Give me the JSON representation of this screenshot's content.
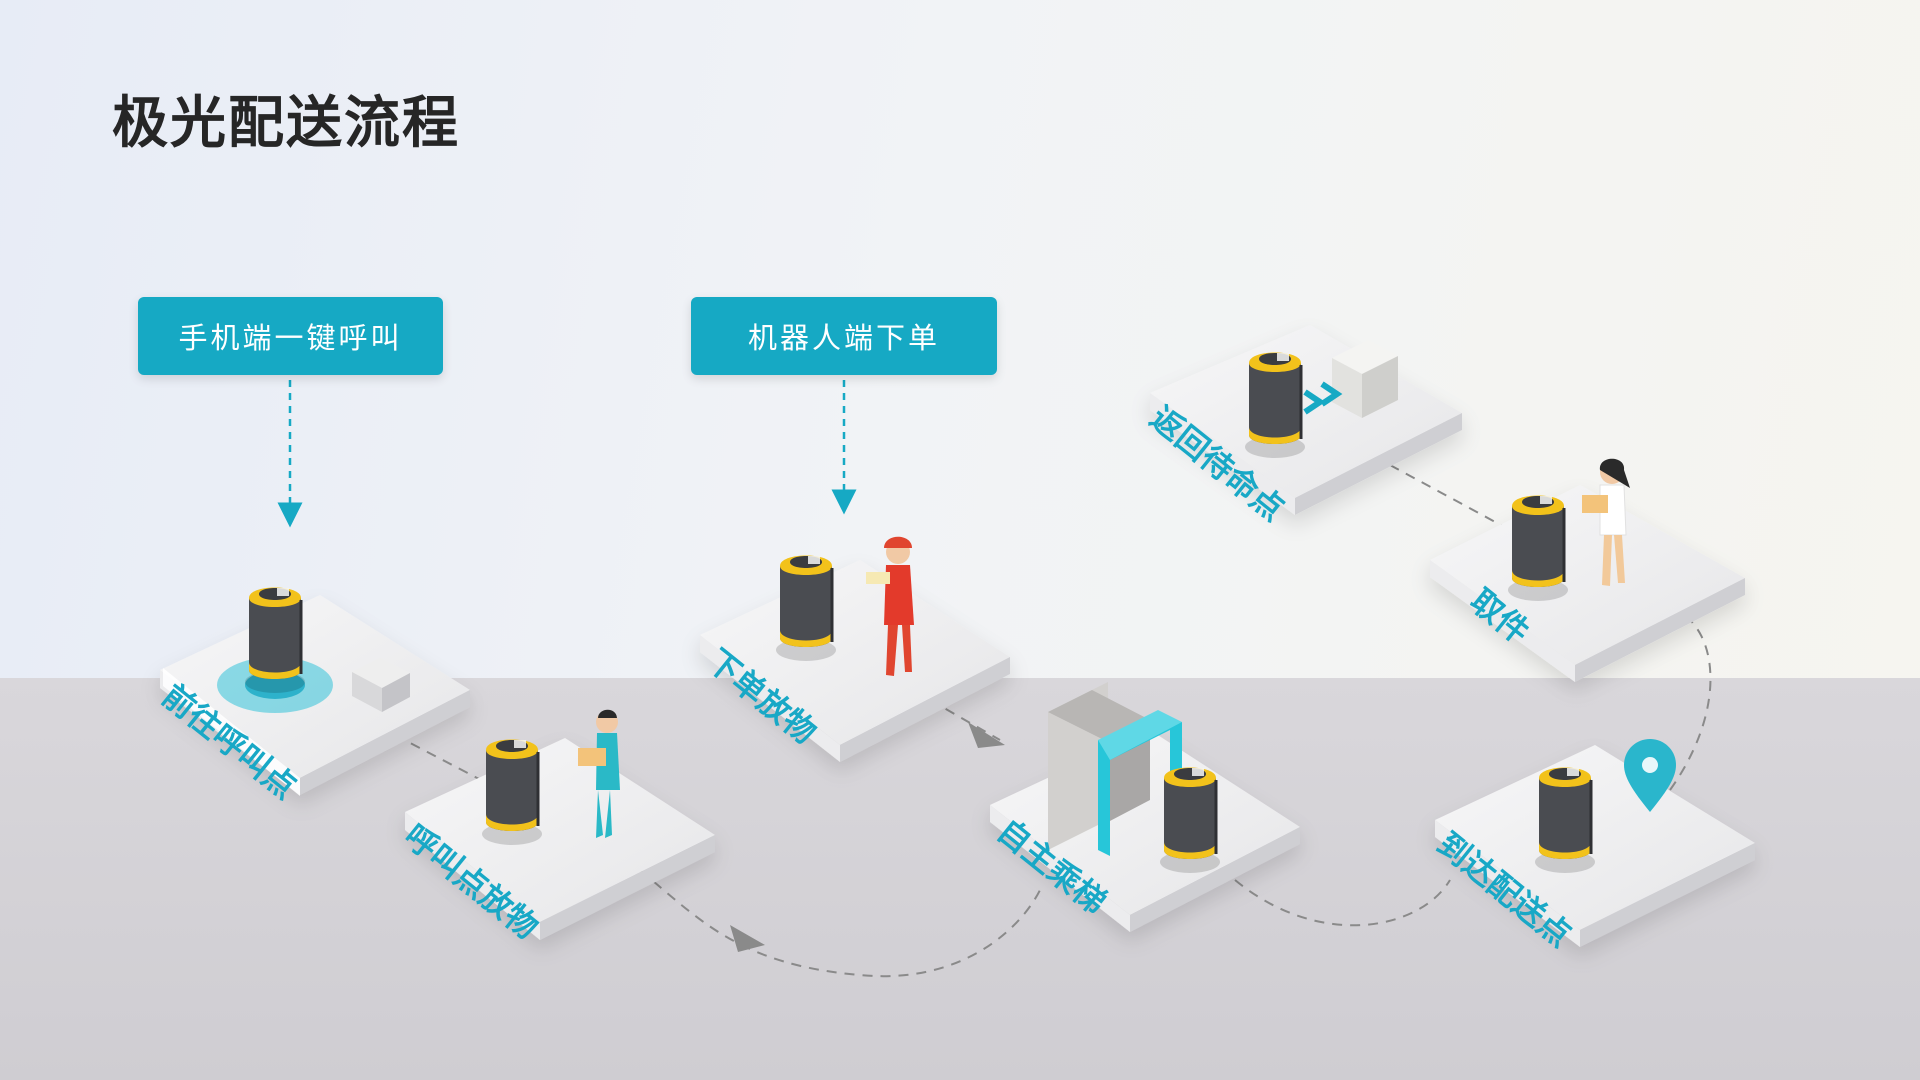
{
  "title": "极光配送流程",
  "callouts": {
    "phone": "手机端一键呼叫",
    "robot": "机器人端下单"
  },
  "steps": {
    "go_to_call_point": "前往呼叫点",
    "place_at_call_point": "呼叫点放物",
    "order_place": "下单放物",
    "ride_elevator": "自主乘梯",
    "arrive_delivery": "到达配送点",
    "pickup": "取件",
    "return_standby": "返回待命点"
  },
  "colors": {
    "accent": "#16a9c4",
    "label_text": "#18a8c6",
    "robot_body": "#4a4c51",
    "robot_trim": "#f2c21b",
    "floor": "#d6d4d8",
    "flow_line": "#8a8a8a"
  },
  "icons": [
    "robot-icon",
    "person-icon",
    "elevator-icon",
    "location-pin-icon",
    "storage-cabinet-icon",
    "package-icon"
  ]
}
